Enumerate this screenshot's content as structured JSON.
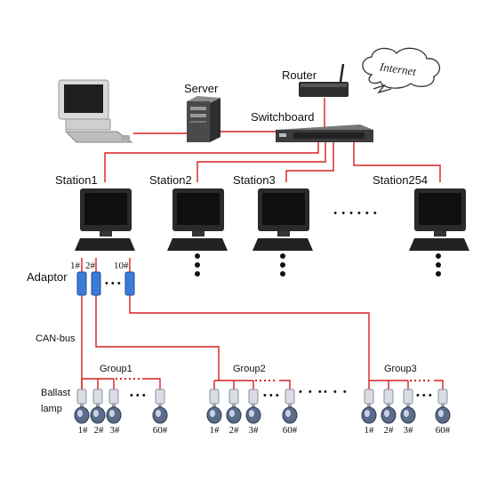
{
  "nodes": {
    "router": "Router",
    "internet": "Internet",
    "server": "Server",
    "switchboard": "Switchboard",
    "station1": "Station1",
    "station2": "Station2",
    "station3": "Station3",
    "station254": "Station254",
    "adaptor": "Adaptor",
    "canbus": "CAN-bus",
    "ballast": "Ballast",
    "lamp": "lamp"
  },
  "adaptor_ports": [
    "1#",
    "2#",
    "10#"
  ],
  "groups": [
    "Group1",
    "Group2",
    "Group3"
  ],
  "lamp_labels": [
    "1#",
    "2#",
    "3#",
    "60#"
  ],
  "ellipsis": {
    "dots": "• • •",
    "station_dots": "• • • • • •",
    "group_dots": "• • •"
  },
  "colors": {
    "wire": "#d62020",
    "adaptor": "#3a7bd5",
    "monitor": "#1a1a1a"
  }
}
